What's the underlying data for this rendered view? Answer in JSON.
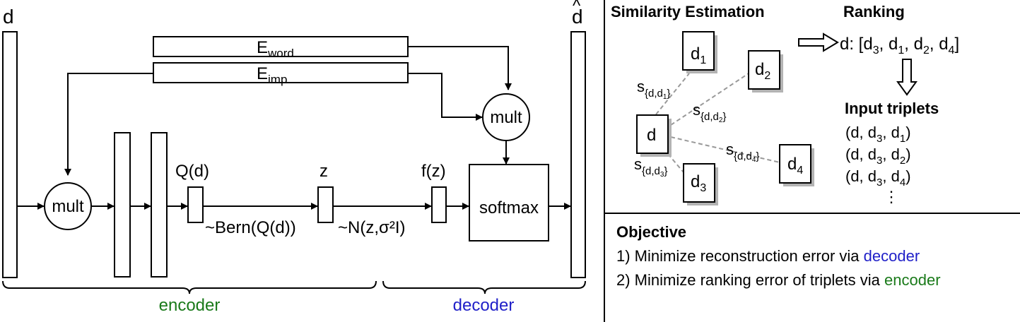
{
  "colors": {
    "encoder": "#1a7a1a",
    "decoder": "#1f1fc8",
    "line": "#000000",
    "dashed": "#999999",
    "shadow": "#b3b3b3"
  },
  "labels": {
    "input": "d",
    "output_base": "d",
    "output_hat": "^",
    "e_word_base": "E",
    "e_word_sub": "word",
    "e_imp_base": "E",
    "e_imp_sub": "imp",
    "mult_left": "mult",
    "mult_top": "mult",
    "qd": "Q(d)",
    "z": "z",
    "fz": "f(z)",
    "softmax": "softmax",
    "bern": "~Bern(Q(d))",
    "normal": "~N(z,σ²I)",
    "encoder": "encoder",
    "decoder": "decoder"
  },
  "similarity": {
    "title": "Similarity Estimation",
    "d": "d",
    "d1": {
      "base": "d",
      "sub": "1"
    },
    "d2": {
      "base": "d",
      "sub": "2"
    },
    "d3": {
      "base": "d",
      "sub": "3"
    },
    "d4": {
      "base": "d",
      "sub": "4"
    },
    "s1": {
      "base": "s",
      "sub": "{d,d",
      "subsub": "1",
      "close": "}"
    },
    "s2": {
      "base": "s",
      "sub": "{d,d",
      "subsub": "2",
      "close": "}"
    },
    "s3": {
      "base": "s",
      "sub": "{d,d",
      "subsub": "3",
      "close": "}"
    },
    "s4": {
      "base": "s",
      "sub": "{d,d",
      "subsub": "4",
      "close": "}"
    }
  },
  "ranking": {
    "title": "Ranking",
    "prefix": "d: [",
    "items": [
      {
        "base": "d",
        "sub": "3"
      },
      {
        "base": "d",
        "sub": "1"
      },
      {
        "base": "d",
        "sub": "2"
      },
      {
        "base": "d",
        "sub": "4"
      }
    ],
    "separator": ", ",
    "suffix": "]"
  },
  "triplets": {
    "title": "Input triplets",
    "rows": [
      {
        "pre": "(d, d",
        "a": "3",
        "mid": ", d",
        "b": "1",
        "post": ")"
      },
      {
        "pre": "(d, d",
        "a": "3",
        "mid": ", d",
        "b": "2",
        "post": ")"
      },
      {
        "pre": "(d, d",
        "a": "3",
        "mid": ", d",
        "b": "4",
        "post": ")"
      }
    ],
    "more": "⋮"
  },
  "objective": {
    "title": "Objective",
    "line1_text": "1) Minimize reconstruction error via ",
    "line1_colored": "decoder",
    "line2_text": "2) Minimize ranking error of triplets via ",
    "line2_colored": "encoder"
  }
}
